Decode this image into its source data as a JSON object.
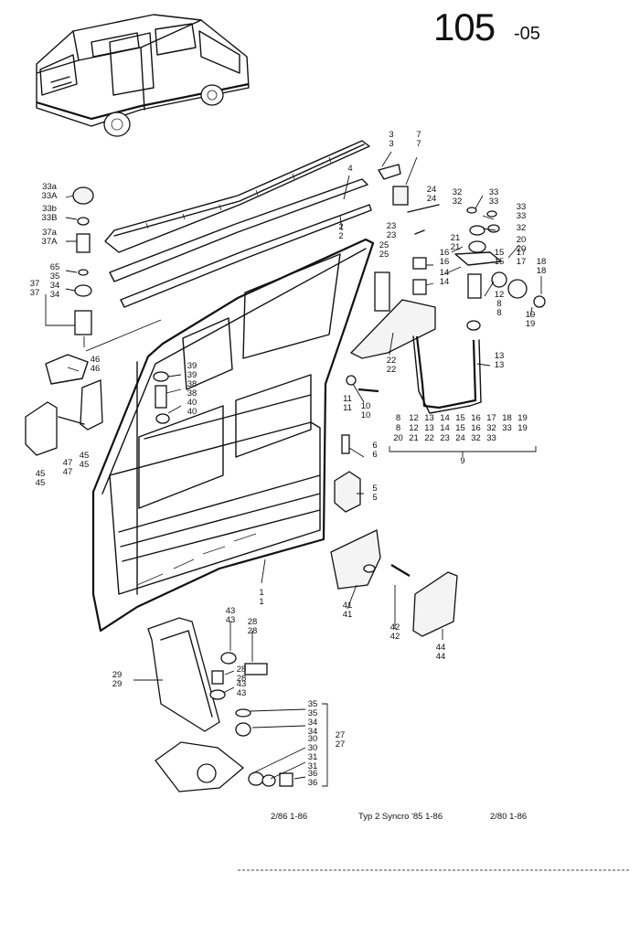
{
  "page": {
    "number": "105",
    "suffix": "-05"
  },
  "footer": {
    "left": "2/86  1-86",
    "middle": "Typ 2 Syncro '85  1-86",
    "right": "2/80  1-86"
  },
  "callouts": [
    {
      "id": "c3",
      "text": "3\n3"
    },
    {
      "id": "c7",
      "text": "7\n7"
    },
    {
      "id": "c4",
      "text": "4"
    },
    {
      "id": "c2",
      "text": "2\n2"
    },
    {
      "id": "c33a",
      "text": "33a\n33A"
    },
    {
      "id": "c33b",
      "text": "33b\n33B"
    },
    {
      "id": "c37a",
      "text": "37a\n37A"
    },
    {
      "id": "c37",
      "text": "37\n37"
    },
    {
      "id": "c65",
      "text": "65\n35"
    },
    {
      "id": "c34",
      "text": "34\n34"
    },
    {
      "id": "c24",
      "text": "24\n24"
    },
    {
      "id": "c32",
      "text": "32\n32"
    },
    {
      "id": "c33r",
      "text": "33\n33"
    },
    {
      "id": "c33r2",
      "text": "33\n33"
    },
    {
      "id": "c32r",
      "text": "32"
    },
    {
      "id": "c20r",
      "text": "20\n20"
    },
    {
      "id": "c23",
      "text": "23\n23"
    },
    {
      "id": "c25",
      "text": "25\n25"
    },
    {
      "id": "c21",
      "text": "21\n21"
    },
    {
      "id": "c16",
      "text": "16\n16"
    },
    {
      "id": "c14",
      "text": "14\n14"
    },
    {
      "id": "c15",
      "text": "15\n15"
    },
    {
      "id": "c17",
      "text": "17\n17"
    },
    {
      "id": "c18",
      "text": "18\n18"
    },
    {
      "id": "c12",
      "text": "12"
    },
    {
      "id": "c8",
      "text": "8\n8"
    },
    {
      "id": "c19",
      "text": "19\n19"
    },
    {
      "id": "c22",
      "text": "22\n22"
    },
    {
      "id": "c13",
      "text": "13\n13"
    },
    {
      "id": "c11",
      "text": "11\n11"
    },
    {
      "id": "c10",
      "text": "10\n10"
    },
    {
      "id": "c46",
      "text": "46\n46"
    },
    {
      "id": "c39",
      "text": "39\n39"
    },
    {
      "id": "c38",
      "text": "38\n38"
    },
    {
      "id": "c40",
      "text": "40\n40"
    },
    {
      "id": "c45a",
      "text": "45\n45"
    },
    {
      "id": "c47",
      "text": "47\n47"
    },
    {
      "id": "c45b",
      "text": "45\n45"
    },
    {
      "id": "c6",
      "text": "6\n6"
    },
    {
      "id": "c5",
      "text": "5\n5"
    },
    {
      "id": "c9",
      "text": "9"
    },
    {
      "id": "c1",
      "text": "1\n1"
    },
    {
      "id": "c41",
      "text": "41\n41"
    },
    {
      "id": "c42",
      "text": "42\n42"
    },
    {
      "id": "c44",
      "text": "44\n44"
    },
    {
      "id": "c43",
      "text": "43\n43"
    },
    {
      "id": "c28a",
      "text": "28\n28"
    },
    {
      "id": "c28b",
      "text": "28\n28"
    },
    {
      "id": "c43b",
      "text": "43\n43"
    },
    {
      "id": "c29",
      "text": "29\n29"
    },
    {
      "id": "c35",
      "text": "35\n35"
    },
    {
      "id": "c34b",
      "text": "34\n34"
    },
    {
      "id": "c30",
      "text": "30\n30"
    },
    {
      "id": "c31",
      "text": "31\n31"
    },
    {
      "id": "c36",
      "text": "36\n36"
    },
    {
      "id": "c27",
      "text": "27\n27"
    }
  ],
  "combo_table": {
    "row1": [
      "8",
      "12",
      "13",
      "14",
      "15",
      "16",
      "17",
      "18",
      "19"
    ],
    "row2": [
      "8",
      "12",
      "13",
      "14",
      "15",
      "16",
      "32",
      "33",
      "19"
    ],
    "row3": [
      "20",
      "21",
      "22",
      "23",
      "24",
      "32",
      "33"
    ],
    "total": "9"
  }
}
